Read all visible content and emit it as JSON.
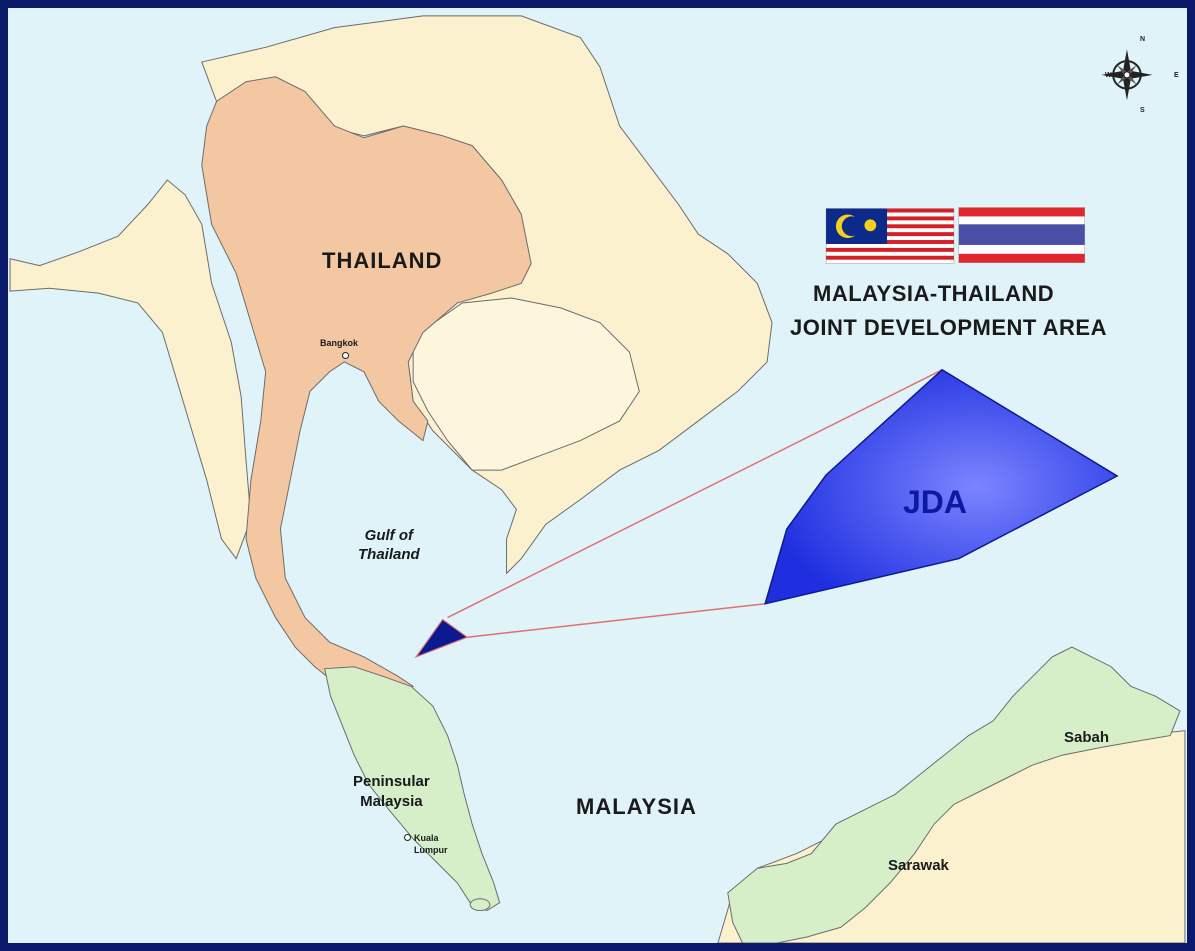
{
  "title": {
    "line1": "MALAYSIA-THAILAND",
    "line2": "JOINT DEVELOPMENT AREA"
  },
  "labels": {
    "thailand": "THAILAND",
    "malaysia": "MALAYSIA",
    "bangkok": "Bangkok",
    "gulf_line1": "Gulf of",
    "gulf_line2": "Thailand",
    "peninsular_line1": "Peninsular",
    "peninsular_line2": "Malaysia",
    "kuala_line1": "Kuala",
    "kuala_line2": "Lumpur",
    "sabah": "Sabah",
    "sarawak": "Sarawak",
    "jda": "JDA"
  },
  "compass": {
    "n": "N",
    "s": "S",
    "e": "E",
    "w": "W"
  },
  "flags": [
    "malaysia-flag",
    "thailand-flag"
  ],
  "colors": {
    "frame": "#0b1a6b",
    "sea": "#dff3f8",
    "thailand": "#f3c7a2",
    "neighbors": "#fbf1cf",
    "malaysia": "#d6efc8",
    "jda": "#2a3ae0",
    "callout_line": "#e07070"
  }
}
